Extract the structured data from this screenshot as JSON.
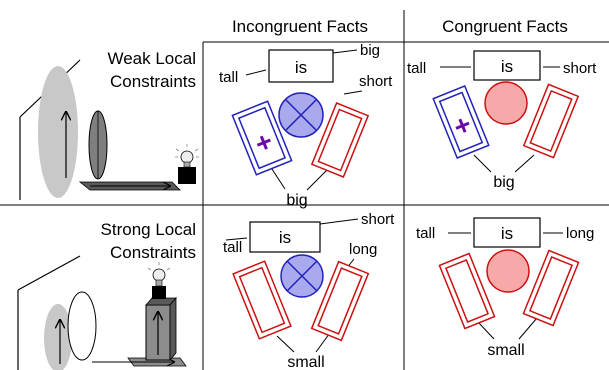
{
  "headers": {
    "incongruent": "Incongruent Facts",
    "congruent": "Congruent Facts"
  },
  "rows": {
    "weak": {
      "line1": "Weak Local",
      "line2": "Constraints"
    },
    "strong": {
      "line1": "Strong Local",
      "line2": "Constraints"
    }
  },
  "panels": {
    "weak_incongruent": {
      "left": "tall",
      "center": "is",
      "right_top": "big",
      "right": "short",
      "bottom": "big"
    },
    "weak_congruent": {
      "left": "tall",
      "center": "is",
      "right": "short",
      "bottom": "big"
    },
    "strong_incongruent": {
      "left": "tall",
      "center": "is",
      "right_top": "short",
      "right": "long",
      "bottom": "small"
    },
    "strong_congruent": {
      "left": "tall",
      "center": "is",
      "right": "long",
      "bottom": "small"
    }
  },
  "colors": {
    "blue_fill": "#a9a9ee",
    "blue_stroke": "#2222bb",
    "red_fill": "#f7a9a9",
    "red_stroke": "#cc1111",
    "purple": "#6a0aa6",
    "gray_light": "#c8c8c8",
    "gray_mid": "#8c8c8c",
    "gray_dark": "#595959"
  },
  "icons": {
    "mismatch": "circle-x-icon",
    "match": "circle-icon",
    "plus": "plus-icon",
    "lightbulb": "lightbulb-icon"
  }
}
